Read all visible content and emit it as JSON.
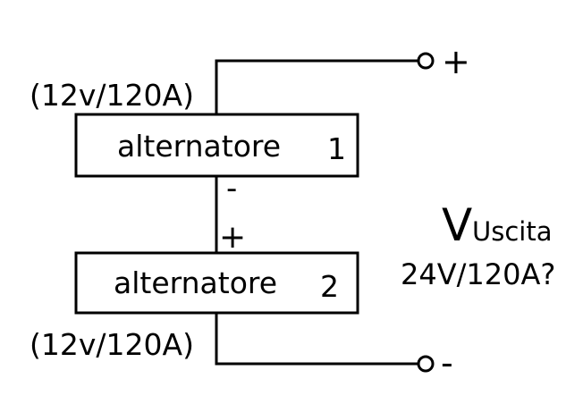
{
  "alternator_1": {
    "label": "alternatore",
    "number": "1",
    "rating": "(12v/120A)"
  },
  "alternator_2": {
    "label": "alternatore",
    "number": "2",
    "rating": "(12v/120A)"
  },
  "junction": {
    "minus": "-",
    "plus": "+"
  },
  "output": {
    "plus_terminal": "+",
    "minus_terminal": "-",
    "voltage_symbol": "V",
    "voltage_subscript": "Uscita",
    "value": "24V/120A?"
  }
}
